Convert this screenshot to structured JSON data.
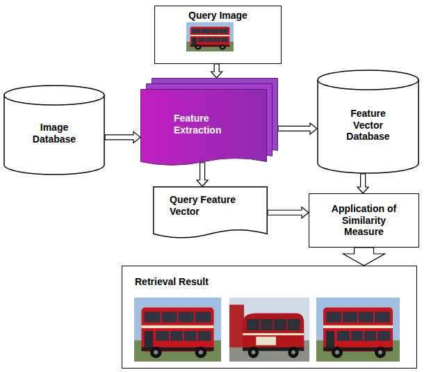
{
  "diagram": {
    "nodes": [
      {
        "text": [
          "Query Image"
        ]
      },
      {
        "text": [
          "Image Database"
        ]
      },
      {
        "text": [
          "Feature Extraction"
        ]
      },
      {
        "text": [
          "Feature Vector Database"
        ]
      },
      {
        "text": [
          "Query Feature Vector"
        ]
      },
      {
        "text": [
          "Application of Similarity Measure"
        ]
      },
      {
        "text": [
          "Retrieval Result"
        ]
      }
    ],
    "edges": [
      {
        "from": 0,
        "to": 2,
        "arrow": "to"
      },
      {
        "from": 1,
        "to": 2,
        "arrow": "to"
      },
      {
        "from": 2,
        "to": 3,
        "arrow": "to"
      },
      {
        "from": 2,
        "to": 4,
        "arrow": "to"
      },
      {
        "from": 3,
        "to": 5,
        "arrow": "to"
      },
      {
        "from": 4,
        "to": 5,
        "arrow": "to"
      },
      {
        "from": 5,
        "to": 6,
        "arrow": "to"
      }
    ]
  }
}
